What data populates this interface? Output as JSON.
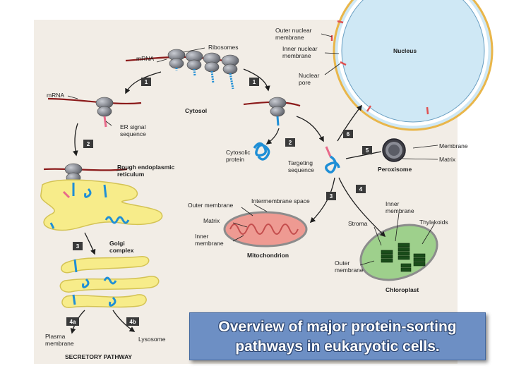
{
  "labels": {
    "outer_nuclear_membrane": [
      "Outer nuclear",
      "membrane"
    ],
    "inner_nuclear_membrane": [
      "Inner nuclear",
      "membrane"
    ],
    "nuclear_pore": [
      "Nuclear",
      "pore"
    ],
    "nucleus": "Nucleus",
    "ribosomes": "Ribosomes",
    "mrna_top": "mRNA",
    "mrna_left": "mRNA",
    "cytosol": "Cytosol",
    "er_signal_sequence": [
      "ER signal",
      "sequence"
    ],
    "cytosolic_protein": [
      "Cytosolic",
      "protein"
    ],
    "targeting_sequence": [
      "Targeting",
      "sequence"
    ],
    "membrane_perox": "Membrane",
    "matrix_perox": "Matrix",
    "peroxisome": "Peroxisome",
    "rough_er": [
      "Rough endoplasmic",
      "reticulum"
    ],
    "golgi": [
      "Golgi",
      "complex"
    ],
    "outer_membrane_mito": "Outer membrane",
    "intermembrane_space": "Intermembrane space",
    "matrix_mito": "Matrix",
    "inner_membrane_mito": [
      "Inner",
      "membrane"
    ],
    "mitochondrion": "Mitochondrion",
    "inner_membrane_chloro": [
      "Inner",
      "membrane"
    ],
    "stroma": "Stroma",
    "thylakoids": "Thylakoids",
    "outer_membrane_chloro": [
      "Outer",
      "membrane"
    ],
    "chloroplast": "Chloroplast",
    "plasma_membrane": [
      "Plasma",
      "membrane"
    ],
    "lysosome": "Lysosome",
    "secretory_pathway": "SECRETORY PATHWAY"
  },
  "steps": {
    "s1a": "1",
    "s1b": "1",
    "s2a": "2",
    "s2b": "2",
    "s3a": "3",
    "s3b": "3",
    "s4": "4",
    "s4a": "4a",
    "s4b": "4b",
    "s5": "5",
    "s6": "6"
  },
  "caption": {
    "line1": "Overview of major protein-sorting",
    "line2": "pathways in eukaryotic cells."
  },
  "colors": {
    "panel": "#f2ede6",
    "mrna": "#8b1a1a",
    "protein": "#1f8fd6",
    "ribosome": "#7d7f86",
    "golgi_fill": "#f7ec8a",
    "mito_fill": "#ee9a92",
    "chloro_fill": "#9ed08c",
    "nucleus_fill": "#cfe8f5",
    "caption_bg": "#6d8fc4",
    "step_box": "#3a3a3a"
  }
}
